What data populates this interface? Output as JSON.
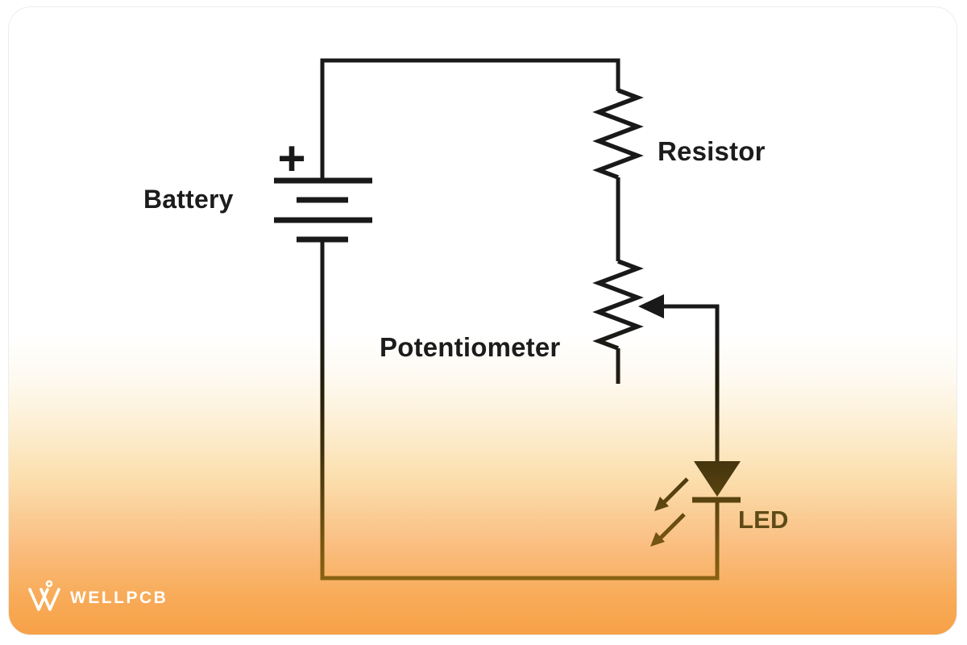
{
  "diagram": {
    "type": "circuit-schematic",
    "description": "Series circuit: battery, resistor, potentiometer wiper feeding an LED",
    "battery": {
      "label": "Battery",
      "polarity": "+"
    },
    "resistor": {
      "label": "Resistor"
    },
    "potentiometer": {
      "label": "Potentiometer"
    },
    "led": {
      "label": "LED"
    }
  },
  "branding": {
    "logo_text": "WELLPCB"
  },
  "colors": {
    "background_top": "#ffffff",
    "background_bottom": "#f7a148",
    "wire_top": "#191919",
    "wire_bottom": "#9a6d15",
    "label_color": "#1c1c1c",
    "led_label_color": "#5e4a16",
    "logo_color": "#ffffff"
  }
}
